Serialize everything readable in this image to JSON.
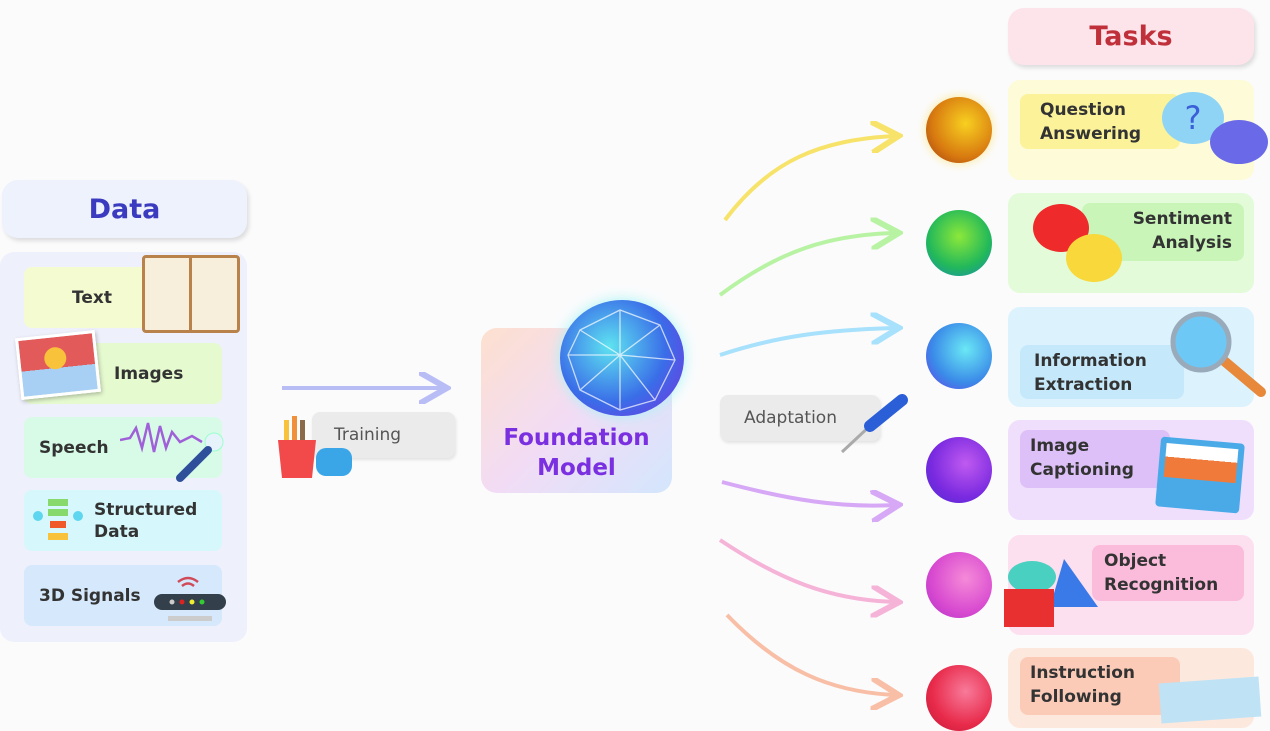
{
  "data_section": {
    "title": "Data",
    "items": [
      {
        "label": "Text"
      },
      {
        "label": "Images"
      },
      {
        "label": "Speech"
      },
      {
        "label": "Structured Data"
      },
      {
        "label": "3D Signals"
      }
    ]
  },
  "training": {
    "label": "Training"
  },
  "model": {
    "line1": "Foundation",
    "line2": "Model"
  },
  "adaptation": {
    "label": "Adaptation"
  },
  "tasks_section": {
    "title": "Tasks",
    "items": [
      {
        "line1": "Question",
        "line2": "Answering"
      },
      {
        "line1": "Sentiment",
        "line2": "Analysis"
      },
      {
        "line1": "Information",
        "line2": "Extraction"
      },
      {
        "line1": "Image",
        "line2": "Captioning"
      },
      {
        "line1": "Object",
        "line2": "Recognition"
      },
      {
        "line1": "Instruction",
        "line2": "Following"
      }
    ]
  },
  "colors": {
    "data_title": "#3b3bc0",
    "tasks_title": "#c0303a",
    "model_text": "#7a2fe0"
  }
}
